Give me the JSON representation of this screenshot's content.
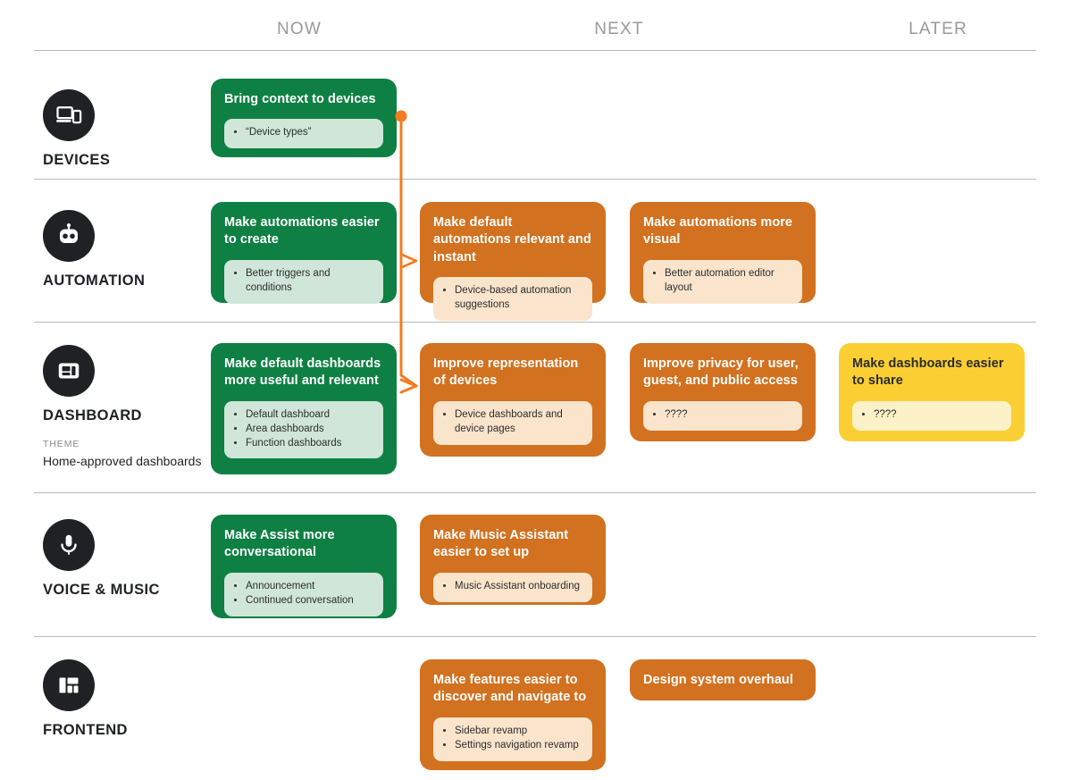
{
  "columns": [
    {
      "id": "now",
      "label": "NOW"
    },
    {
      "id": "next",
      "label": "NEXT"
    },
    {
      "id": "later",
      "label": "LATER"
    }
  ],
  "accent_colors": {
    "now_green": "#0f8043",
    "next_orange": "#d2711f",
    "later_yellow": "#fbcf33",
    "connector_orange": "#f47b20",
    "icon_circle": "#1f2124",
    "divider": "#b9b9b9",
    "header_text": "#9a9a9a"
  },
  "rows": [
    {
      "id": "devices",
      "title": "DEVICES",
      "icon": "devices-icon",
      "cards": [
        {
          "column": "now",
          "color": "green",
          "title": "Bring context to devices",
          "bullets": [
            "“Device types”"
          ]
        }
      ]
    },
    {
      "id": "automation",
      "title": "AUTOMATION",
      "icon": "robot-icon",
      "cards": [
        {
          "column": "now",
          "color": "green",
          "title": "Make automations easier to create",
          "bullets": [
            "Better triggers and conditions"
          ]
        },
        {
          "column": "next",
          "color": "orange",
          "title": "Make default automations relevant and instant",
          "bullets": [
            "Device-based automation suggestions"
          ]
        },
        {
          "column": "next2",
          "color": "orange",
          "title": "Make automations more visual",
          "bullets": [
            "Better automation editor layout"
          ]
        }
      ]
    },
    {
      "id": "dashboard",
      "title": "DASHBOARD",
      "icon": "dashboard-icon",
      "theme_label": "THEME",
      "theme_text": "Home-approved dashboards",
      "cards": [
        {
          "column": "now",
          "color": "green",
          "title": "Make default dashboards more useful and relevant",
          "bullets": [
            "Default dashboard",
            "Area dashboards",
            "Function dashboards"
          ]
        },
        {
          "column": "next",
          "color": "orange",
          "title": "Improve representation of devices",
          "bullets": [
            "Device dashboards and device pages"
          ]
        },
        {
          "column": "next2",
          "color": "orange",
          "title": "Improve privacy for user, guest, and public access",
          "bullets": [
            "????"
          ]
        },
        {
          "column": "later",
          "color": "yellow",
          "title": "Make dashboards easier to share",
          "bullets": [
            "????"
          ]
        }
      ]
    },
    {
      "id": "voice-music",
      "title": "VOICE & MUSIC",
      "icon": "microphone-icon",
      "cards": [
        {
          "column": "now",
          "color": "green",
          "title": "Make Assist more conversational",
          "bullets": [
            "Announcement",
            "Continued conversation"
          ]
        },
        {
          "column": "next",
          "color": "orange",
          "title": "Make Music Assistant easier to set up",
          "bullets": [
            "Music Assistant onboarding"
          ]
        }
      ]
    },
    {
      "id": "frontend",
      "title": "FRONTEND",
      "icon": "layout-icon",
      "cards": [
        {
          "column": "next",
          "color": "orange",
          "title": "Make features easier to discover and navigate to",
          "bullets": [
            "Sidebar revamp",
            "Settings navigation revamp"
          ]
        },
        {
          "column": "next2",
          "color": "orange",
          "title": "Design system overhaul",
          "bullets": []
        }
      ]
    }
  ]
}
